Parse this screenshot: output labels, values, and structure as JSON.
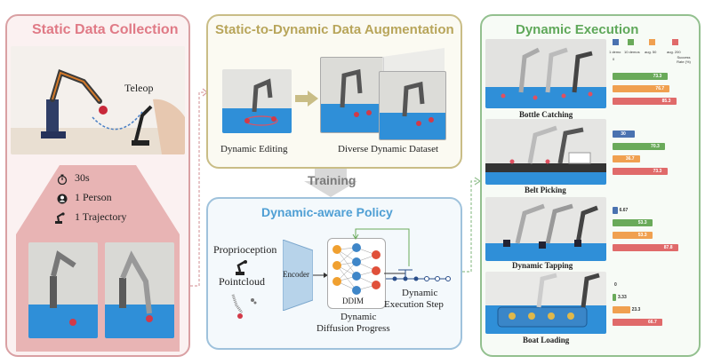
{
  "panels": {
    "static_collection": {
      "title": "Static Data Collection",
      "teleop_label": "Teleop",
      "stats": [
        "30s",
        "1 Person",
        "1 Trajectory"
      ]
    },
    "augmentation": {
      "title": "Static-to-Dynamic Data Augmentation",
      "editing_label": "Dynamic Editing",
      "dataset_label": "Diverse Dynamic Dataset"
    },
    "training_label": "Training",
    "policy": {
      "title": "Dynamic-aware Policy",
      "proprioception_label": "Proprioception",
      "pointcloud_label": "Pointcloud",
      "encoder_label": "Encoder",
      "ddim_label": "DDIM",
      "diffusion_label_1": "Dynamic",
      "diffusion_label_2": "Diffusion Progress",
      "execution_label_1": "Dynamic",
      "execution_label_2": "Execution Step"
    },
    "execution": {
      "title": "Dynamic Execution",
      "legend": [
        {
          "label": "1 demo",
          "color": "#4a72b0"
        },
        {
          "label": "10 demos",
          "color": "#6aaa5a"
        },
        {
          "label": "aug. 50",
          "color": "#f0a050"
        },
        {
          "label": "aug. 200",
          "color": "#e06a6a"
        }
      ],
      "legend_axis_zero": "0",
      "legend_axis_label": "Success Rate (%)",
      "tasks": [
        {
          "name": "Bottle Catching",
          "bars": [
            {
              "value": 0,
              "label": ""
            },
            {
              "value": 73.3,
              "label": "73.3"
            },
            {
              "value": 76.7,
              "label": "76.7"
            },
            {
              "value": 85.3,
              "label": "85.3"
            }
          ]
        },
        {
          "name": "Belt Picking",
          "bars": [
            {
              "value": 30,
              "label": "30"
            },
            {
              "value": 70.3,
              "label": "70.3"
            },
            {
              "value": 36.7,
              "label": "36.7"
            },
            {
              "value": 73.3,
              "label": "73.3"
            }
          ]
        },
        {
          "name": "Dynamic Tapping",
          "bars": [
            {
              "value": 6.67,
              "label": "6.67"
            },
            {
              "value": 53.3,
              "label": "53.3"
            },
            {
              "value": 53.3,
              "label": "53.3"
            },
            {
              "value": 87.8,
              "label": "87.8"
            }
          ]
        },
        {
          "name": "Boat Loading",
          "bars": [
            {
              "value": 0,
              "label": "0"
            },
            {
              "value": 3.33,
              "label": "3.33"
            },
            {
              "value": 23.3,
              "label": "23.3"
            },
            {
              "value": 66.7,
              "label": "66.7"
            }
          ]
        }
      ]
    }
  },
  "colors": {
    "pink_border": "#d9a0a3",
    "pink_title": "#e07a86",
    "pink_fill": "#e8b4b4",
    "olive_border": "#c9bd86",
    "olive_title": "#b8a55a",
    "blue_border": "#9fc2dc",
    "blue_title": "#4f9fd4",
    "green_border": "#93c08f",
    "green_title": "#5fa85a",
    "floor_blue": "#2f8fd8"
  }
}
